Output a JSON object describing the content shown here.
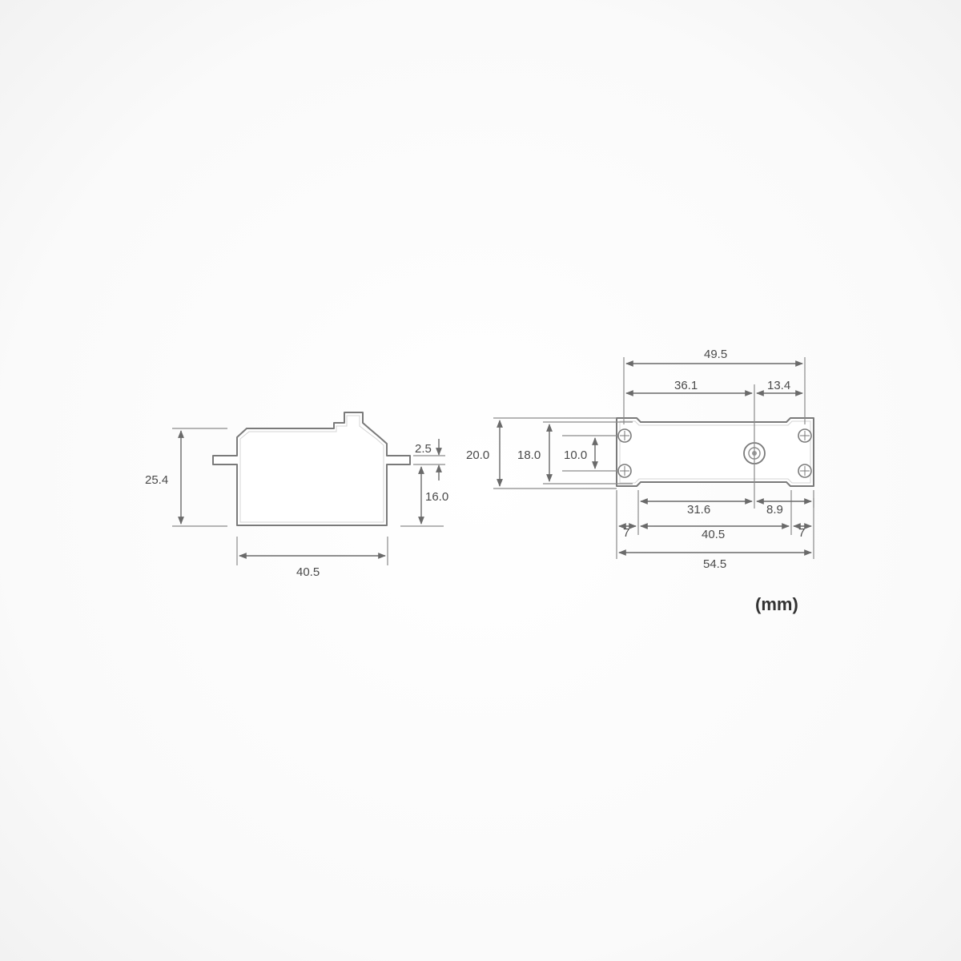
{
  "unit": "(mm)",
  "side_view": {
    "height_total": "25.4",
    "tab_thickness": "2.5",
    "body_below_tab": "16.0",
    "body_length": "40.5"
  },
  "top_view": {
    "overall_hole_span": "49.5",
    "to_output_shaft": "36.1",
    "shaft_to_end": "13.4",
    "total_width": "20.0",
    "body_width": "18.0",
    "hole_spacing": "10.0",
    "body_to_shaft": "31.6",
    "shaft_offset": "8.9",
    "tab_left": "7",
    "body_length": "40.5",
    "tab_right": "7",
    "total_length": "54.5"
  }
}
